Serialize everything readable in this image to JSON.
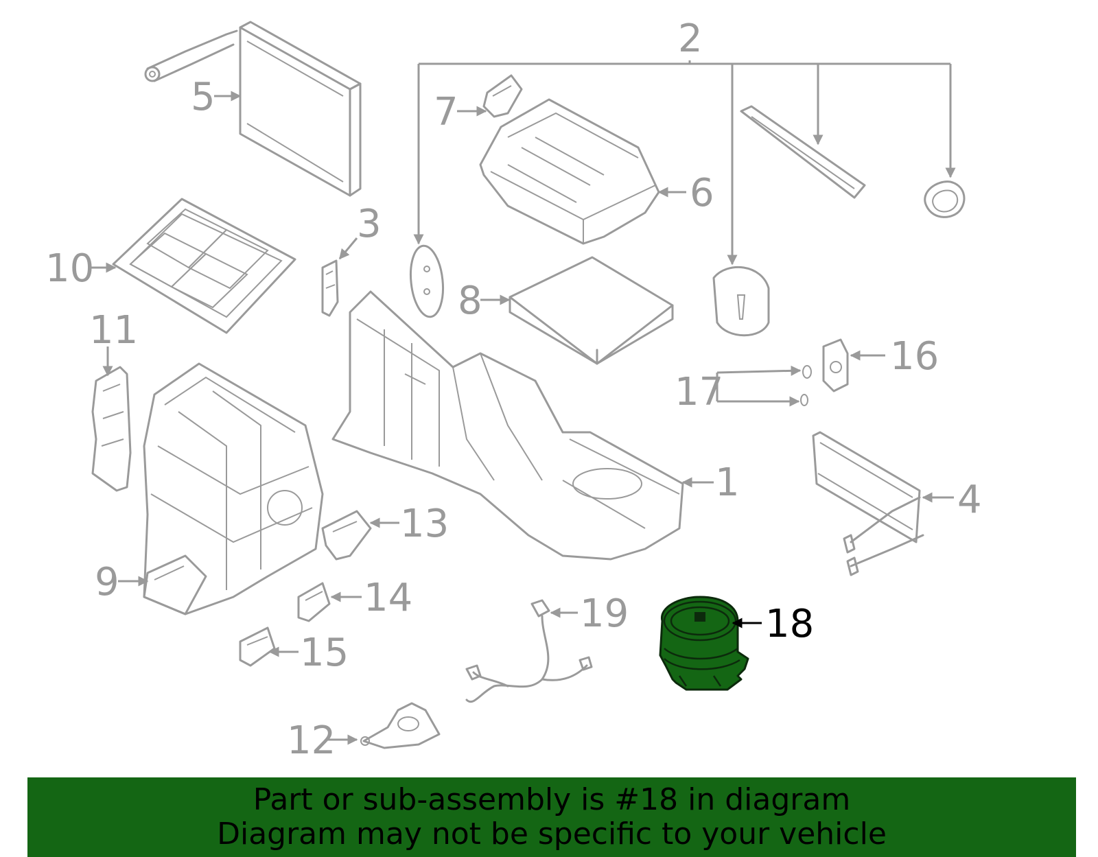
{
  "diagram": {
    "callouts": [
      {
        "id": "1",
        "label": "1"
      },
      {
        "id": "2",
        "label": "2"
      },
      {
        "id": "3",
        "label": "3"
      },
      {
        "id": "4",
        "label": "4"
      },
      {
        "id": "5",
        "label": "5"
      },
      {
        "id": "6",
        "label": "6"
      },
      {
        "id": "7",
        "label": "7"
      },
      {
        "id": "8",
        "label": "8"
      },
      {
        "id": "9",
        "label": "9"
      },
      {
        "id": "10",
        "label": "10"
      },
      {
        "id": "11",
        "label": "11"
      },
      {
        "id": "12",
        "label": "12"
      },
      {
        "id": "13",
        "label": "13"
      },
      {
        "id": "14",
        "label": "14"
      },
      {
        "id": "15",
        "label": "15"
      },
      {
        "id": "16",
        "label": "16"
      },
      {
        "id": "17",
        "label": "17"
      },
      {
        "id": "18",
        "label": "18"
      },
      {
        "id": "19",
        "label": "19"
      }
    ],
    "highlighted_part": "18",
    "colors": {
      "line": "#9a9a9a",
      "highlight": "#146614",
      "highlight_text": "#000000"
    }
  },
  "banner": {
    "line1": "Part or sub-assembly is #18 in diagram",
    "line2": "Diagram may not be specific to your vehicle",
    "background": "#146614"
  }
}
